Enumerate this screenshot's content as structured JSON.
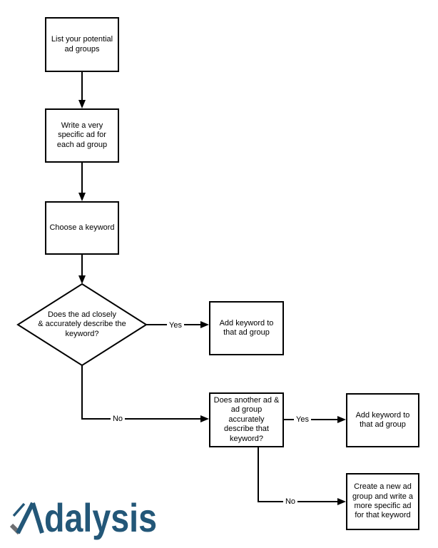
{
  "flowchart": {
    "nodes": {
      "list_ad_groups": {
        "label": "List your potential\nad groups"
      },
      "write_specific_ad": {
        "label": "Write a very\nspecific ad for\neach ad group"
      },
      "choose_keyword": {
        "label": "Choose a keyword"
      },
      "ad_describes_keyword": {
        "label": "Does the ad closely\n& accurately describe the\nkeyword?"
      },
      "add_keyword_to_group_1": {
        "label": "Add keyword to\nthat ad group"
      },
      "another_ad_describes": {
        "label": "Does another ad &\nad group\naccurately\ndescribe that\nkeyword?"
      },
      "add_keyword_to_group_2": {
        "label": "Add keyword to\nthat ad group"
      },
      "create_new_ad_group": {
        "label": "Create a new ad\ngroup and write a\nmore specific ad\nfor that keyword"
      }
    },
    "edge_labels": {
      "yes_1": "Yes",
      "no_1": "No",
      "yes_2": "Yes",
      "no_2": "No"
    },
    "edges": [
      {
        "from": "list_ad_groups",
        "to": "write_specific_ad",
        "label": ""
      },
      {
        "from": "write_specific_ad",
        "to": "choose_keyword",
        "label": ""
      },
      {
        "from": "choose_keyword",
        "to": "ad_describes_keyword",
        "label": ""
      },
      {
        "from": "ad_describes_keyword",
        "to": "add_keyword_to_group_1",
        "label": "Yes"
      },
      {
        "from": "ad_describes_keyword",
        "to": "another_ad_describes",
        "label": "No"
      },
      {
        "from": "another_ad_describes",
        "to": "add_keyword_to_group_2",
        "label": "Yes"
      },
      {
        "from": "another_ad_describes",
        "to": "create_new_ad_group",
        "label": "No"
      }
    ]
  },
  "logo": {
    "brand": "Adalysis",
    "wordmark_rest": "dalysis",
    "blue": "#235778",
    "gray": "#6e6f72"
  },
  "colors": {
    "stroke": "#000000",
    "node_fill": "#ffffff",
    "background": "#ffffff"
  }
}
